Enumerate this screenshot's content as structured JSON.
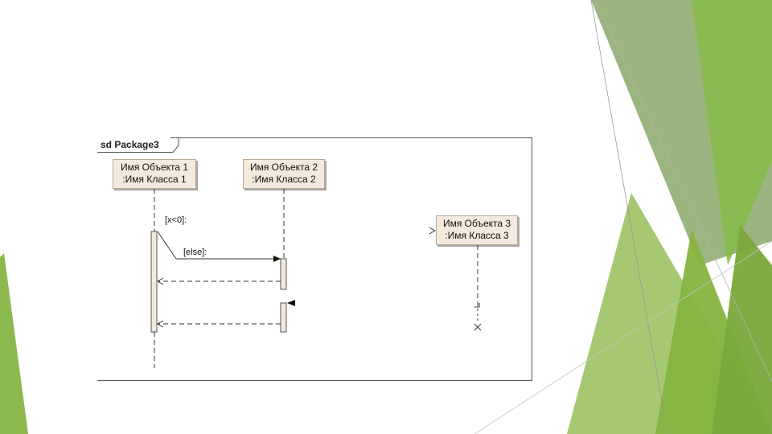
{
  "diagram": {
    "frame_label": "sd Package3",
    "objects": [
      {
        "name": "Имя Объекта 1",
        "class": ":Имя Класса 1"
      },
      {
        "name": "Имя Объекта 2",
        "class": ":Имя Класса 2"
      },
      {
        "name": "Имя Объекта 3",
        "class": ":Имя Класса 3"
      }
    ],
    "guards": {
      "first": "[x<0]:",
      "second": "[else]:"
    }
  },
  "colors": {
    "lifeline_box": "#f3e9dc",
    "accent_green": "#8cb94d",
    "accent_green_dark": "#7aa83a"
  }
}
